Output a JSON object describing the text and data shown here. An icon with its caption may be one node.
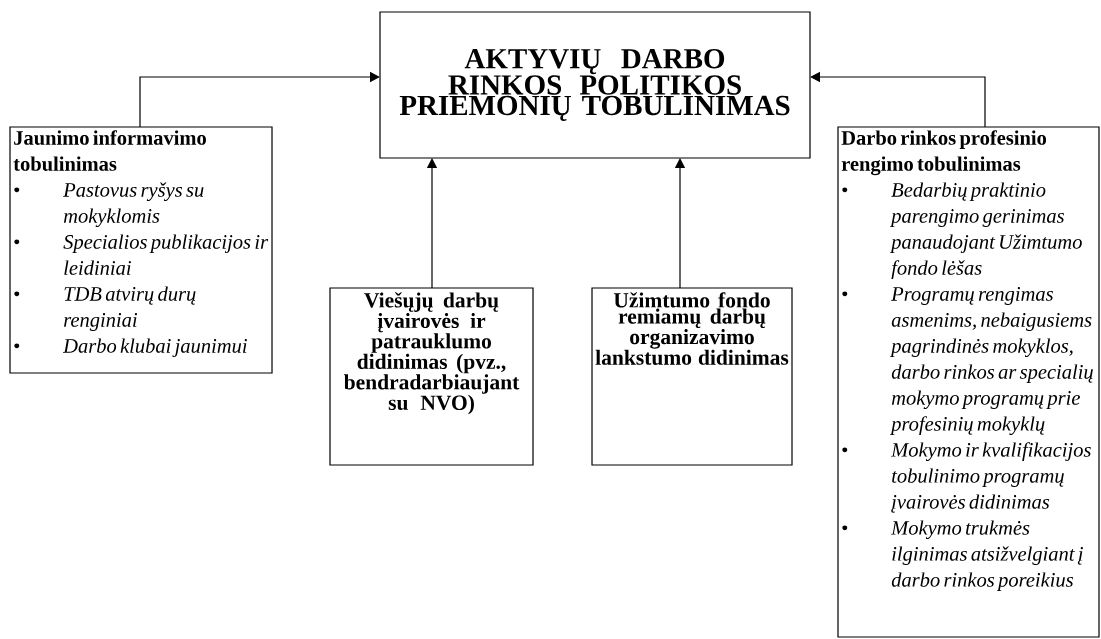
{
  "diagram": {
    "nodes": [
      {
        "text": [
          "AKTYVIŲ DARBO RINKOS POLITIKOS PRIEMONIŲ TOBULINIMAS"
        ]
      },
      {
        "text": [
          "Jaunimo informavimo tobulinimas",
          "Pastovus ryšys su mokyklomis",
          "Specialios publikacijos ir leidiniai",
          "TDB atvirų durų renginiai",
          "Darbo klubai jaunimui"
        ]
      },
      {
        "text": [
          "Darbo rinkos profesinio rengimo tobulinimas",
          "Bedarbių praktinio parengimo gerinimas panaudojant Užimtumo fondo lėšas",
          "Programų rengimas asmenims, nebaigusiems pagrindinės mokyklos, darbo rinkos ar specialių mokymo programų prie profesinių mokyklų",
          "Mokymo ir kvalifikacijos tobulinimo programų įvairovės didinimas",
          "Mokymo trukmės ilginimas atsižvelgiant į darbo rinkos poreikius"
        ]
      },
      {
        "text": [
          "Viešųjų darbų įvairovės ir patrauklumo didinimas (pvz., bendradarbiaujant su NVO)"
        ]
      },
      {
        "text": [
          "Užimtumo fondo remiamų darbų organizavimo lankstumo didinimas"
        ]
      }
    ],
    "edges": [
      {
        "from": 1,
        "to": 0,
        "arrow": "to"
      },
      {
        "from": 2,
        "to": 0,
        "arrow": "to"
      },
      {
        "from": 3,
        "to": 0,
        "arrow": "to"
      },
      {
        "from": 4,
        "to": 0,
        "arrow": "to"
      }
    ],
    "labels": [
      "•",
      "•",
      "•",
      "•",
      "•",
      "•",
      "•",
      "•"
    ]
  }
}
